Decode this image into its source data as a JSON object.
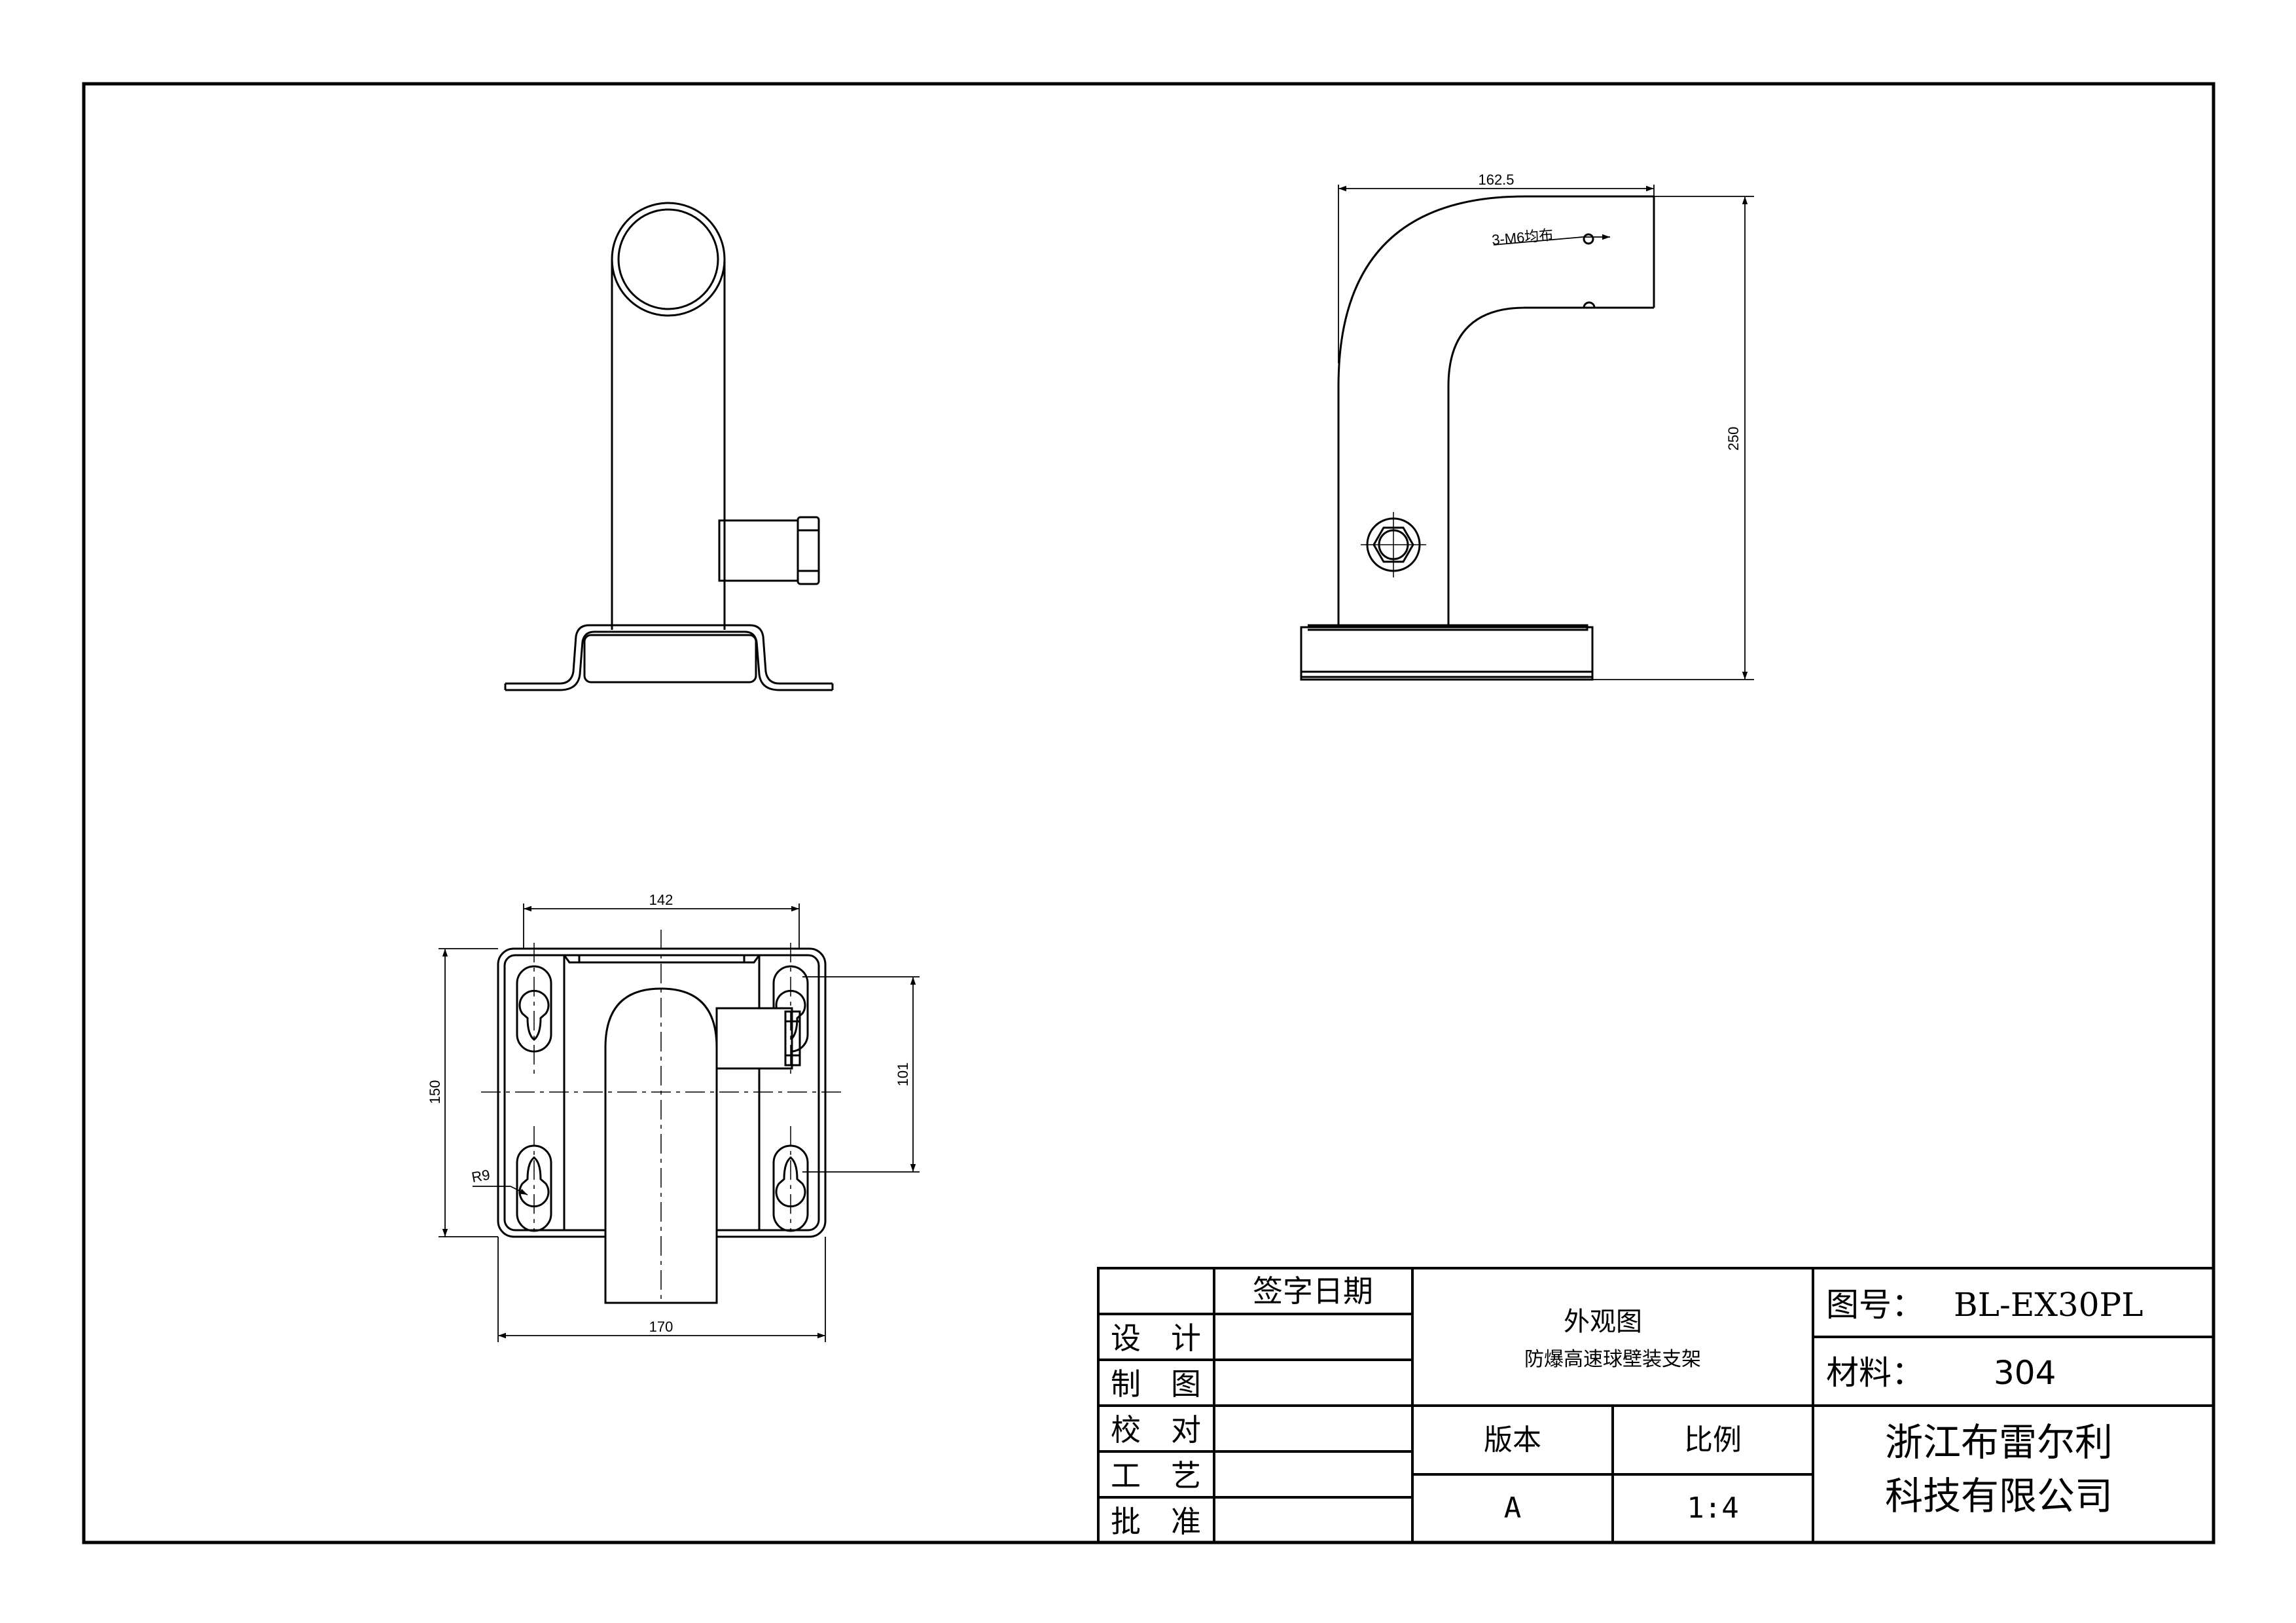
{
  "dimensions": {
    "side_width": "162.5",
    "side_height": "250",
    "thread_note": "3-M6均布",
    "top_hole_span": "142",
    "top_base_width": "170",
    "top_height": "150",
    "top_hole_pitch": "101",
    "slot_radius": "R9"
  },
  "title_block": {
    "sign_date_header": "签字日期",
    "rows": [
      {
        "role": "设　计"
      },
      {
        "role": "制　图"
      },
      {
        "role": "校　对"
      },
      {
        "role": "工　艺"
      },
      {
        "role": "批　准"
      }
    ],
    "view_name": "外观图",
    "product_name": "防爆高速球壁装支架",
    "version_label": "版本",
    "version_value": "A",
    "scale_label": "比例",
    "scale_value": "1:4",
    "drawing_no_label": "图号：",
    "drawing_no_value": "BL-EX30PL",
    "material_label": "材料：",
    "material_value": "304",
    "company_line1": "浙江布雷尔利",
    "company_line2": "科技有限公司"
  }
}
